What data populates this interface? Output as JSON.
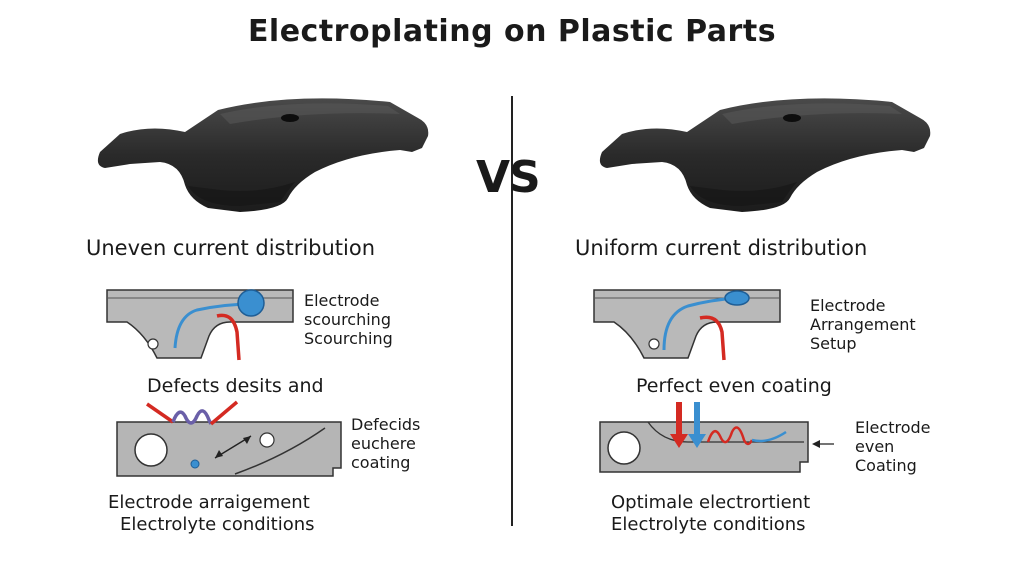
{
  "title": "Electroplating on Plastic Parts",
  "vs_label": "VS",
  "left": {
    "heading": "Uneven current distribution",
    "diagram1_labels": [
      "Electrode",
      "scourching",
      "Scourching"
    ],
    "middle_text": "Defects desits and",
    "diagram2_labels": [
      "Defecids",
      "euchere",
      "coating"
    ],
    "footer": [
      "Electrode arraigement",
      "Electrolyte conditions"
    ]
  },
  "right": {
    "heading": "Uniform current distribution",
    "diagram1_labels": [
      "Electrode",
      "Arrangement",
      "Setup"
    ],
    "middle_text": "Perfect even coating",
    "diagram2_labels": [
      "Electrode",
      "even",
      "Coating"
    ],
    "footer": [
      "Optimale electrortient",
      "Electrolyte conditions"
    ]
  },
  "colors": {
    "part_dark": "#2b2b2b",
    "plate_gray": "#b3b3b3",
    "current_blue": "#3a8fd0",
    "current_red": "#d42a22",
    "defect_purple": "#6a5fa8"
  }
}
